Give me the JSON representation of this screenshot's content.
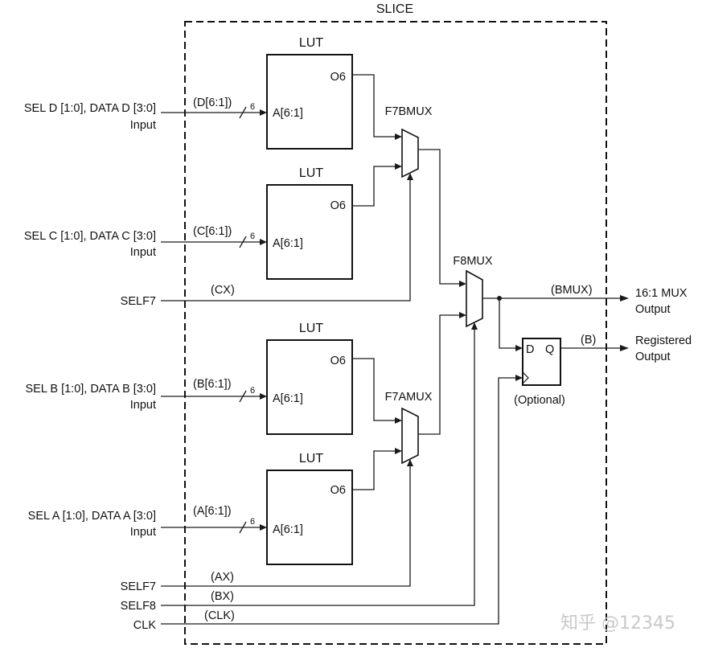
{
  "slice_title": "SLICE",
  "lut_label": "LUT",
  "o6": "O6",
  "a61": "A[6:1]",
  "bus_width": "6",
  "inputs": {
    "d": {
      "line1": "SEL D [1:0], DATA D [3:0]",
      "line2": "Input",
      "bus": "(D[6:1])"
    },
    "c": {
      "line1": "SEL C [1:0], DATA C [3:0]",
      "line2": "Input",
      "bus": "(C[6:1])"
    },
    "b": {
      "line1": "SEL B [1:0], DATA B [3:0]",
      "line2": "Input",
      "bus": "(B[6:1])"
    },
    "a": {
      "line1": "SEL A [1:0], DATA A [3:0]",
      "line2": "Input",
      "bus": "(A[6:1])"
    }
  },
  "controls": {
    "self7_top": {
      "name": "SELF7",
      "pin": "(CX)"
    },
    "self7_bottom": {
      "name": "SELF7",
      "pin": "(AX)"
    },
    "self8": {
      "name": "SELF8",
      "pin": "(BX)"
    },
    "clk": {
      "name": "CLK",
      "pin": "(CLK)"
    }
  },
  "muxes": {
    "f7b": "F7BMUX",
    "f7a": "F7AMUX",
    "f8": "F8MUX"
  },
  "flipflop": {
    "d": "D",
    "q": "Q",
    "note": "(Optional)"
  },
  "outputs": {
    "mux": {
      "pin": "(BMUX)",
      "line1": "16:1 MUX",
      "line2": "Output"
    },
    "reg": {
      "pin": "(B)",
      "line1": "Registered",
      "line2": "Output"
    }
  },
  "watermark": "知乎 @12345"
}
